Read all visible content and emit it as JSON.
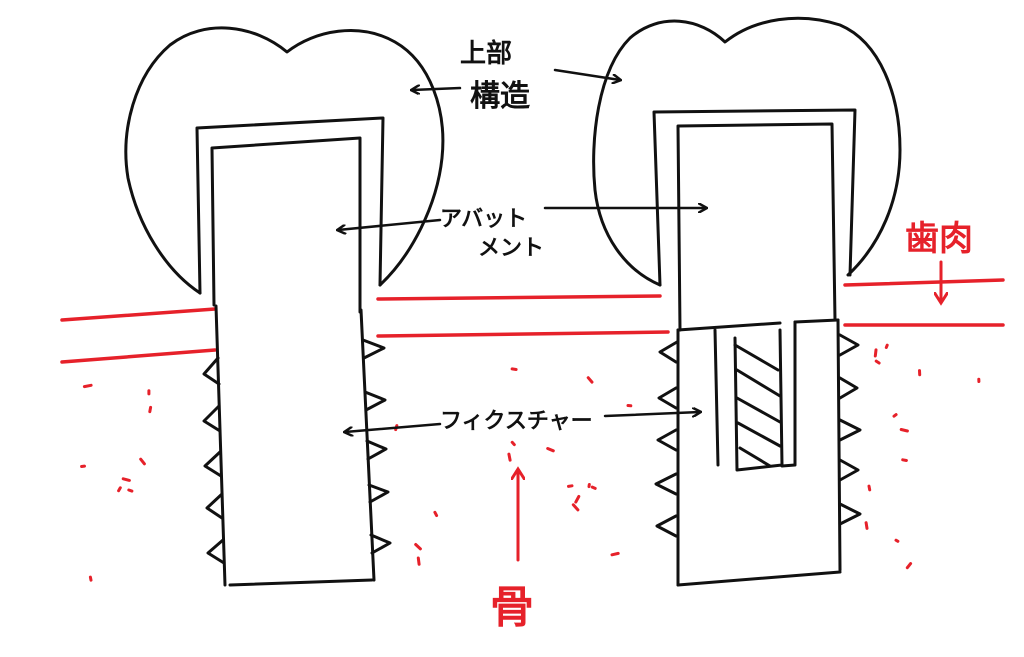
{
  "labels": {
    "superstructure_line1": "上部",
    "superstructure_line2": "構造",
    "abutment_line1": "アバット",
    "abutment_line2": "メント",
    "fixture": "フィクスチャー",
    "gum": "歯肉",
    "bone": "骨"
  },
  "colors": {
    "ink": "#111111",
    "red": "#e6212a",
    "background": "#ffffff"
  }
}
